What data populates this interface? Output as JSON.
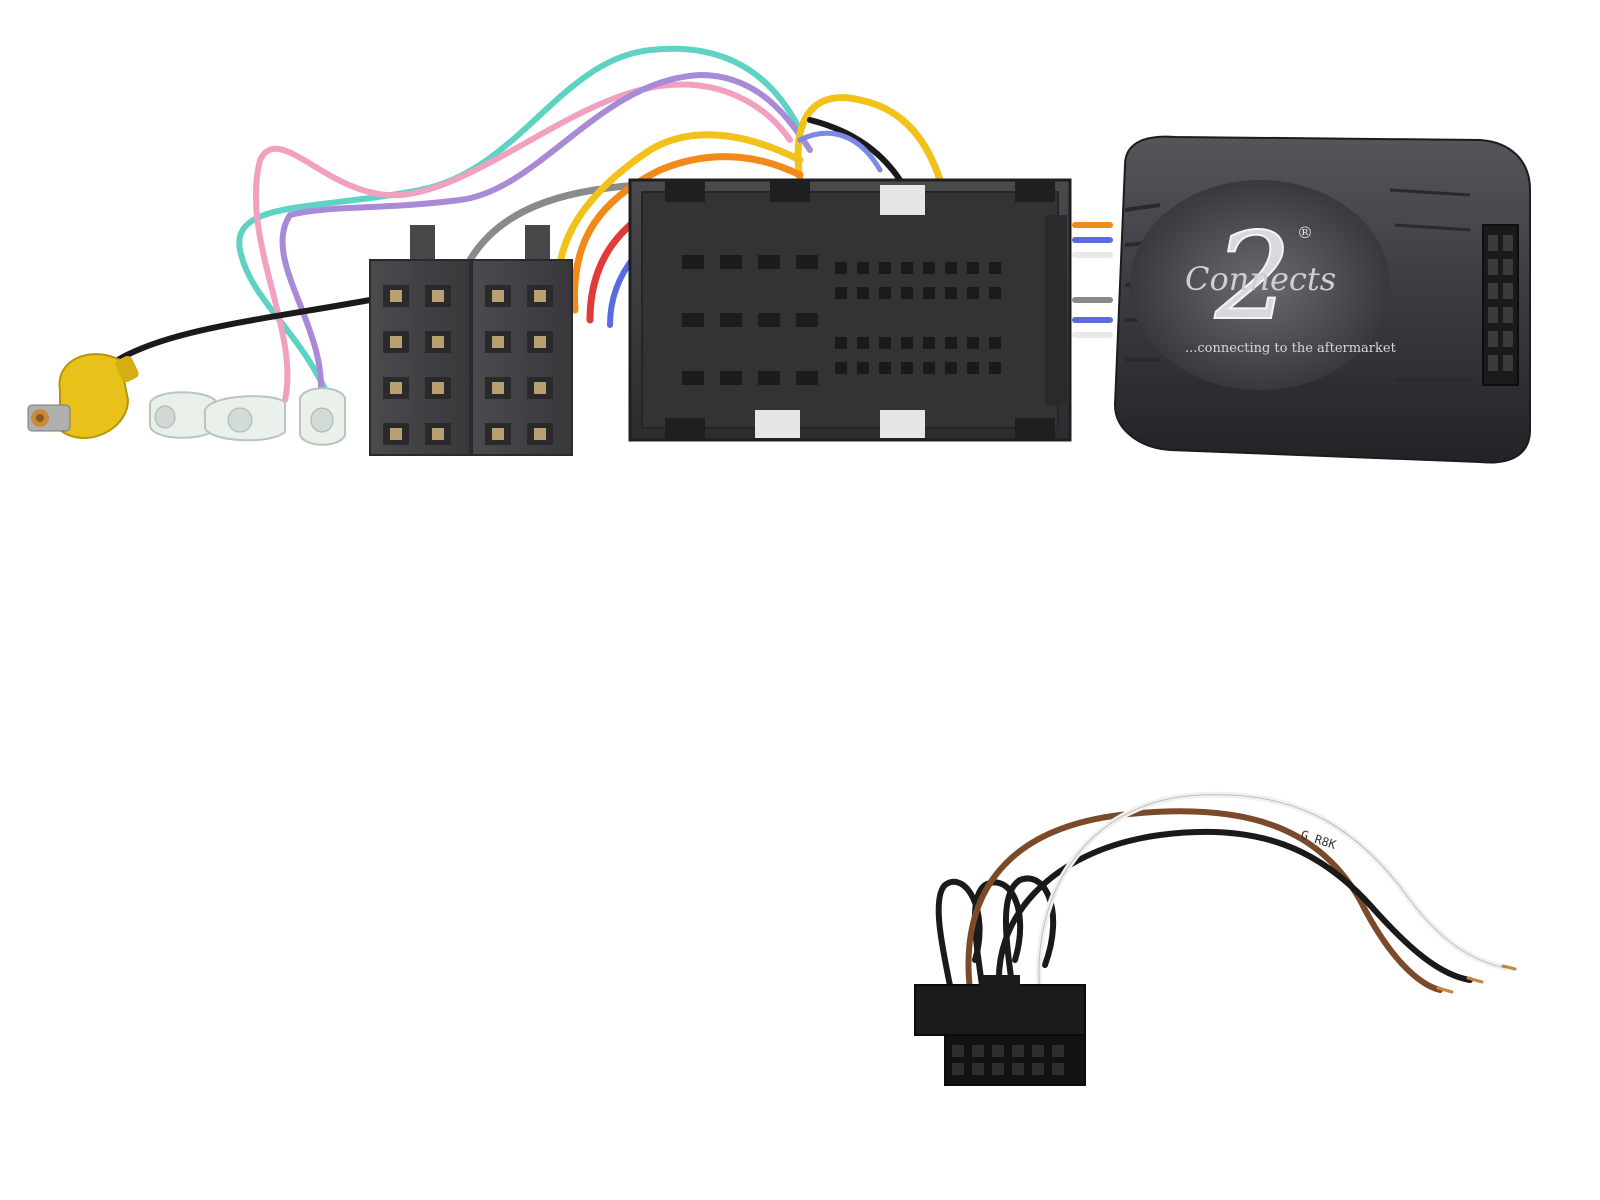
{
  "image": {
    "background": "#ffffff",
    "subject": "Connects2 steering wheel control interface harness"
  },
  "interface_box": {
    "logo_digit": "2",
    "logo_brand": "Connects",
    "logo_registered": "®",
    "tagline": "...connecting to the aftermarket",
    "body_color": "#3a3a3c"
  },
  "patch_lead": {
    "wire_print": "G R8K"
  },
  "wire_colors": {
    "teal": "#5fd3c3",
    "pink": "#f2a0c0",
    "purple": "#a88ad6",
    "yellow": "#f2c21a",
    "orange": "#f28a1a",
    "red": "#e23a3a",
    "blue": "#5a6ae0",
    "grey": "#8a8a8a",
    "black": "#1a1a1a",
    "brown": "#7a4a2a",
    "white": "#f4f4f4",
    "rca_yellow": "#e8c21a"
  }
}
